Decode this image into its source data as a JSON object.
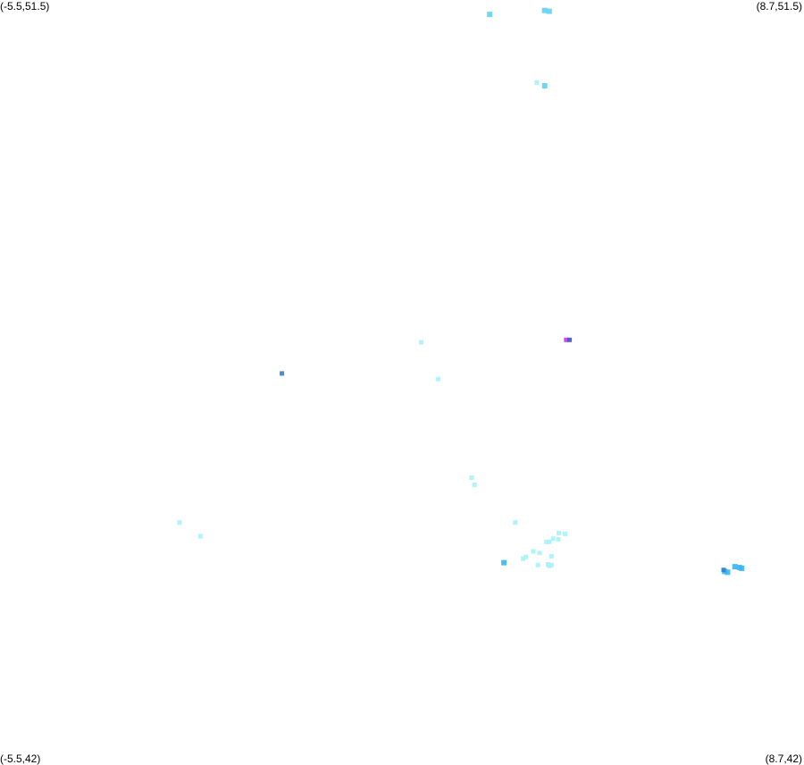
{
  "corners": {
    "top_left": "(-5.5,51.5)",
    "top_right": "(8.7,51.5)",
    "bottom_left": "(-5.5,42)",
    "bottom_right": "(8.7,42)"
  },
  "extent": {
    "lon_min": -5.5,
    "lon_max": 8.7,
    "lat_min": 42,
    "lat_max": 51.5
  },
  "colors": {
    "light": "#a6f2fb",
    "medium": "#5fd3f2",
    "strong": "#3ab5f3",
    "dark": "#2f82cf",
    "magenta": "#cc33ff",
    "blue_mark": "#3355cc"
  },
  "points": [
    {
      "lon": 3.15,
      "lat": 51.32,
      "tone": "medium"
    },
    {
      "lon": 4.12,
      "lat": 51.37,
      "tone": "medium"
    },
    {
      "lon": 4.2,
      "lat": 51.36,
      "tone": "medium"
    },
    {
      "lon": 3.98,
      "lat": 50.47,
      "tone": "light"
    },
    {
      "lon": 4.12,
      "lat": 50.43,
      "tone": "medium"
    },
    {
      "lon": 4.5,
      "lat": 47.26,
      "tone": "magenta"
    },
    {
      "lon": 4.56,
      "lat": 47.26,
      "tone": "blue_mark"
    },
    {
      "lon": 1.94,
      "lat": 47.23,
      "tone": "light"
    },
    {
      "lon": -0.52,
      "lat": 46.84,
      "tone": "dark"
    },
    {
      "lon": 2.24,
      "lat": 46.77,
      "tone": "light"
    },
    {
      "lon": 2.83,
      "lat": 45.54,
      "tone": "light"
    },
    {
      "lon": 2.88,
      "lat": 45.45,
      "tone": "light"
    },
    {
      "lon": -2.33,
      "lat": 44.98,
      "tone": "light"
    },
    {
      "lon": -1.96,
      "lat": 44.81,
      "tone": "light"
    },
    {
      "lon": 3.6,
      "lat": 44.98,
      "tone": "light"
    },
    {
      "lon": 4.37,
      "lat": 44.85,
      "tone": "light"
    },
    {
      "lon": 4.48,
      "lat": 44.84,
      "tone": "light"
    },
    {
      "lon": 4.27,
      "lat": 44.78,
      "tone": "light"
    },
    {
      "lon": 4.15,
      "lat": 44.74,
      "tone": "light"
    },
    {
      "lon": 4.2,
      "lat": 44.74,
      "tone": "light"
    },
    {
      "lon": 4.36,
      "lat": 44.77,
      "tone": "light"
    },
    {
      "lon": 3.92,
      "lat": 44.62,
      "tone": "light"
    },
    {
      "lon": 4.03,
      "lat": 44.6,
      "tone": "light"
    },
    {
      "lon": 4.24,
      "lat": 44.56,
      "tone": "light"
    },
    {
      "lon": 3.74,
      "lat": 44.53,
      "tone": "light"
    },
    {
      "lon": 3.79,
      "lat": 44.55,
      "tone": "light"
    },
    {
      "lon": 3.4,
      "lat": 44.48,
      "tone": "strong"
    },
    {
      "lon": 4.0,
      "lat": 44.45,
      "tone": "light"
    },
    {
      "lon": 4.18,
      "lat": 44.46,
      "tone": "light"
    },
    {
      "lon": 4.24,
      "lat": 44.45,
      "tone": "light"
    },
    {
      "lon": 4.2,
      "lat": 44.44,
      "tone": "light"
    },
    {
      "lon": 7.3,
      "lat": 44.37,
      "tone": "strong"
    },
    {
      "lon": 7.35,
      "lat": 44.36,
      "tone": "strong"
    },
    {
      "lon": 7.48,
      "lat": 44.43,
      "tone": "strong"
    },
    {
      "lon": 7.56,
      "lat": 44.42,
      "tone": "strong"
    },
    {
      "lon": 7.6,
      "lat": 44.41,
      "tone": "strong"
    },
    {
      "lon": 7.28,
      "lat": 44.39,
      "tone": "dark"
    }
  ]
}
